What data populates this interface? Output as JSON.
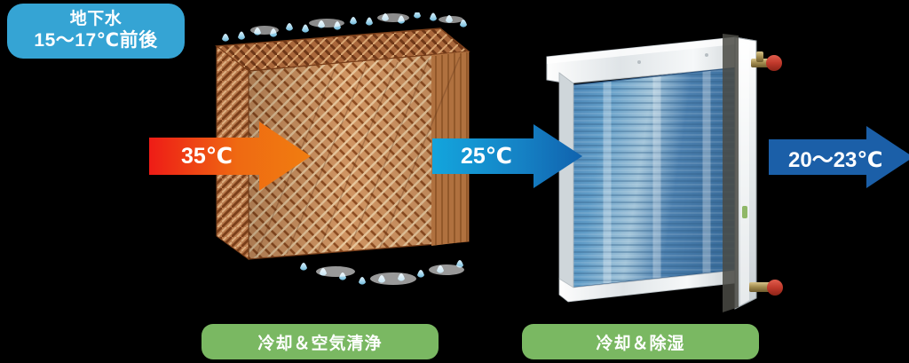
{
  "diagram": {
    "title": "Two-stage cooling airflow diagram",
    "groundwater_label": {
      "line1": "地下水",
      "line2": "15〜17℃前後",
      "color": "#35a4d4"
    },
    "arrows": [
      {
        "id": "inlet",
        "value": "35℃",
        "icon": "right-arrow-icon",
        "gradient_from": "#ee1c16",
        "gradient_to": "#f07d10"
      },
      {
        "id": "intermediate",
        "value": "25℃",
        "icon": "right-arrow-icon",
        "gradient_from": "#13a5dd",
        "gradient_to": "#1062ae"
      },
      {
        "id": "outlet",
        "value": "20〜23℃",
        "icon": "right-arrow-icon",
        "gradient_from": "#1b5fa8",
        "gradient_to": "#1b5fa8"
      }
    ],
    "stages": [
      {
        "id": "evaporative-pad",
        "process_label": "冷却＆空気清浄",
        "equipment": "corrugated-cooling-pad",
        "color": "#7ab862"
      },
      {
        "id": "chilled-water-coil",
        "process_label": "冷却＆除湿",
        "equipment": "finned-cooling-coil",
        "color": "#7ab862"
      }
    ],
    "colors": {
      "pad_light": "#e0b48a",
      "pad_dark": "#8d4b22",
      "coil_blue": "#3f79ab",
      "frame_silver": "#e9ecee",
      "valve_red": "#c0392b",
      "droplet_blue": "#9fd3ea"
    }
  }
}
